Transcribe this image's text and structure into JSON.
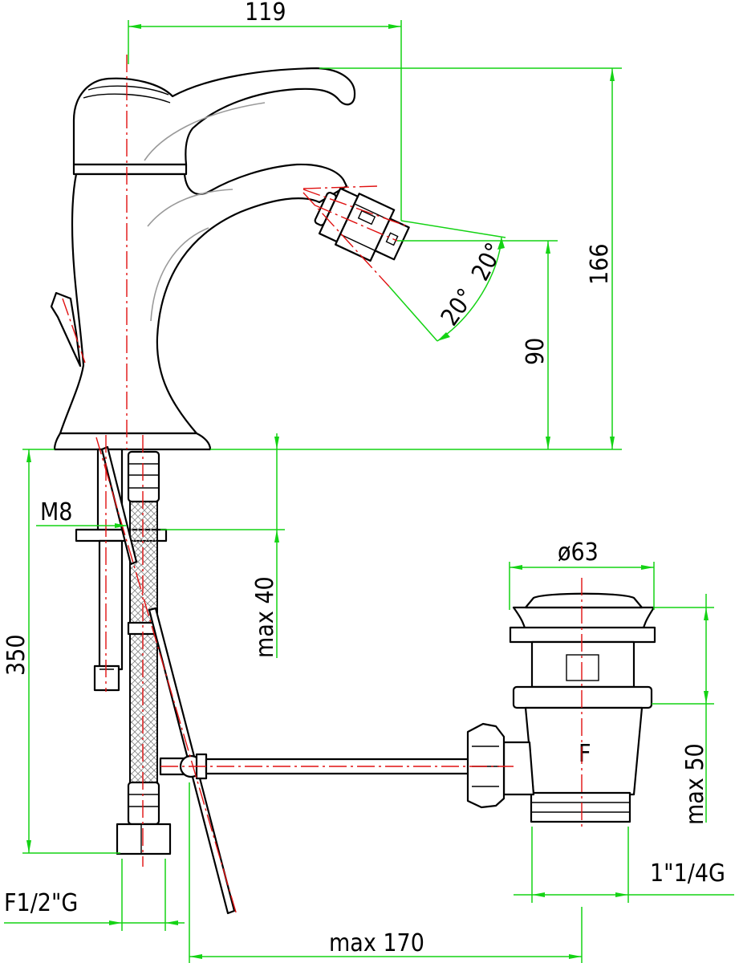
{
  "colors": {
    "outline": "#000000",
    "dimension": "#14d314",
    "centerline": "#e01010",
    "detail": "#9a9a9a",
    "background": "#ffffff"
  },
  "dimensions": {
    "spout_reach": "119",
    "total_height": "166",
    "outlet_height": "90",
    "jet_angle_upper": "20°",
    "jet_angle_lower": "20°",
    "rod_thread": "M8",
    "tail_length": "350",
    "deck_thickness": "max 40",
    "waste_diameter": "ø63",
    "waste_adjust": "max 50",
    "waste_thread": "1\"1/4G",
    "inlet_thread": "F1/2\"G",
    "rod_span": "max 170"
  },
  "labels": {
    "waste_mark": "F"
  }
}
